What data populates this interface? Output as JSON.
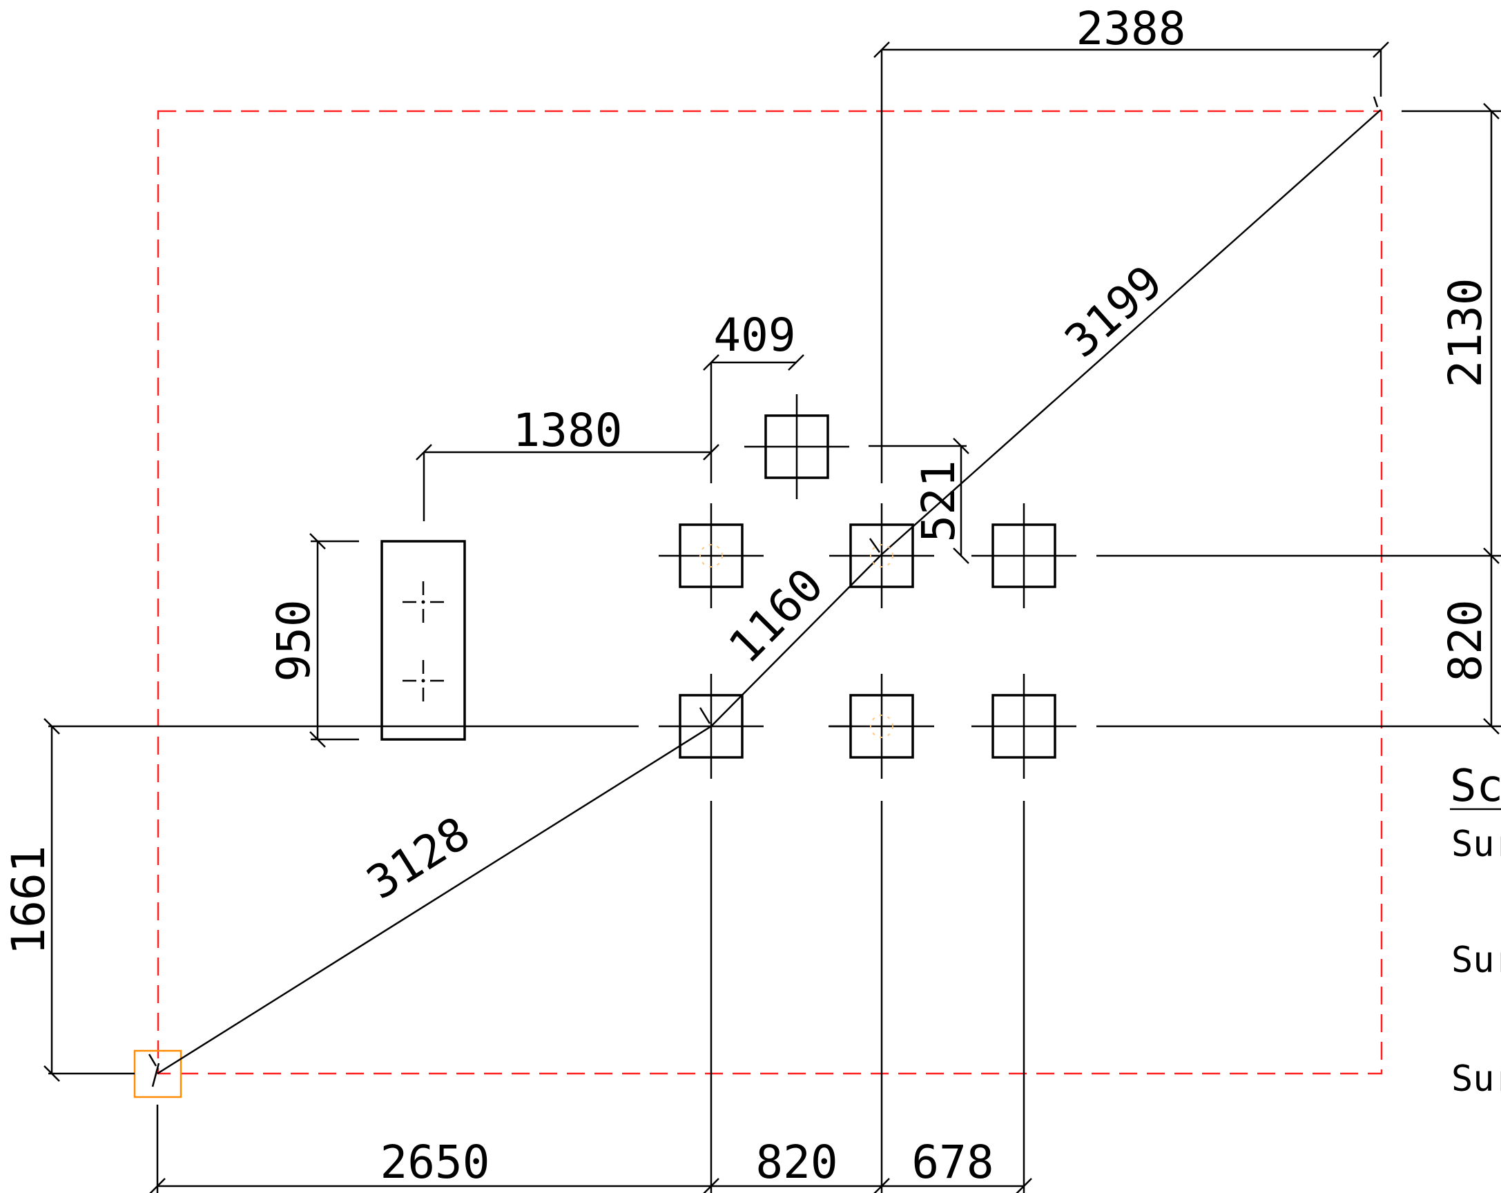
{
  "dimensions": {
    "top_width": "2388",
    "right_upper": "2130",
    "right_lower": "820",
    "diag_upper": "3199",
    "diag_middle": "1160",
    "diag_lower": "3128",
    "small_top": "409",
    "pad_offset": "1380",
    "short_vertical": "521",
    "pad_height": "950",
    "left_vertical": "1661",
    "bottom_a": "2650",
    "bottom_b": "820",
    "bottom_c": "678"
  },
  "side_panel": {
    "heading": "Sc",
    "row1": "Sur",
    "row2": "Sur",
    "row3": "Sur"
  },
  "colors": {
    "boundary": "#ff2020",
    "origin_marker": "#ff8c00",
    "lines": "#000000",
    "background": "#ffffff"
  }
}
